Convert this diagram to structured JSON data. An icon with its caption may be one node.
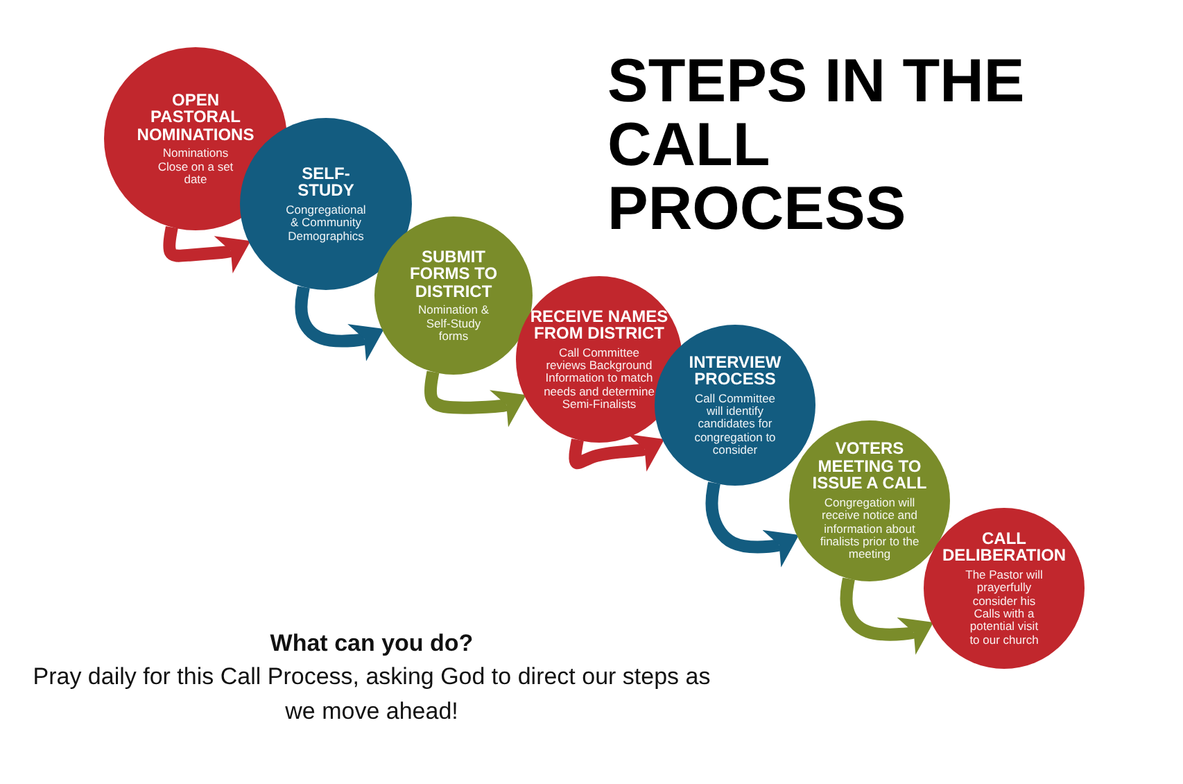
{
  "diagram": {
    "title": "STEPS IN THE CALL PROCESS",
    "nodes": [
      {
        "text": [
          "OPEN PASTORAL NOMINATIONS",
          "Nominations Close on a set date"
        ]
      },
      {
        "text": [
          "SELF-STUDY",
          "Congregational & Community Demographics"
        ]
      },
      {
        "text": [
          "SUBMIT FORMS TO DISTRICT",
          "Nomination & Self-Study forms"
        ]
      },
      {
        "text": [
          "RECEIVE NAMES FROM DISTRICT",
          "Call Committee reviews Background Information to match needs and determine Semi-Finalists"
        ]
      },
      {
        "text": [
          "INTERVIEW PROCESS",
          "Call Committee will identify candidates for congregation to consider"
        ]
      },
      {
        "text": [
          "VOTERS MEETING TO ISSUE A CALL",
          "Congregation will receive notice and information about finalists prior to the meeting"
        ]
      },
      {
        "text": [
          "CALL DELIBERATION",
          "The Pastor will prayerfully consider his Calls with a potential visit to our church"
        ]
      }
    ],
    "edges": [
      {
        "from": 0,
        "to": 1,
        "arrow": "to",
        "color": "#c1272d"
      },
      {
        "from": 1,
        "to": 2,
        "arrow": "to",
        "color": "#135c80"
      },
      {
        "from": 2,
        "to": 3,
        "arrow": "to",
        "color": "#7a8c2a"
      },
      {
        "from": 3,
        "to": 4,
        "arrow": "to",
        "color": "#c1272d"
      },
      {
        "from": 4,
        "to": 5,
        "arrow": "to",
        "color": "#135c80"
      },
      {
        "from": 5,
        "to": 6,
        "arrow": "to",
        "color": "#7a8c2a"
      }
    ],
    "labels": [
      "What can you do?",
      "Pray daily for this Call Process, asking God to direct our steps as we move ahead!"
    ]
  }
}
